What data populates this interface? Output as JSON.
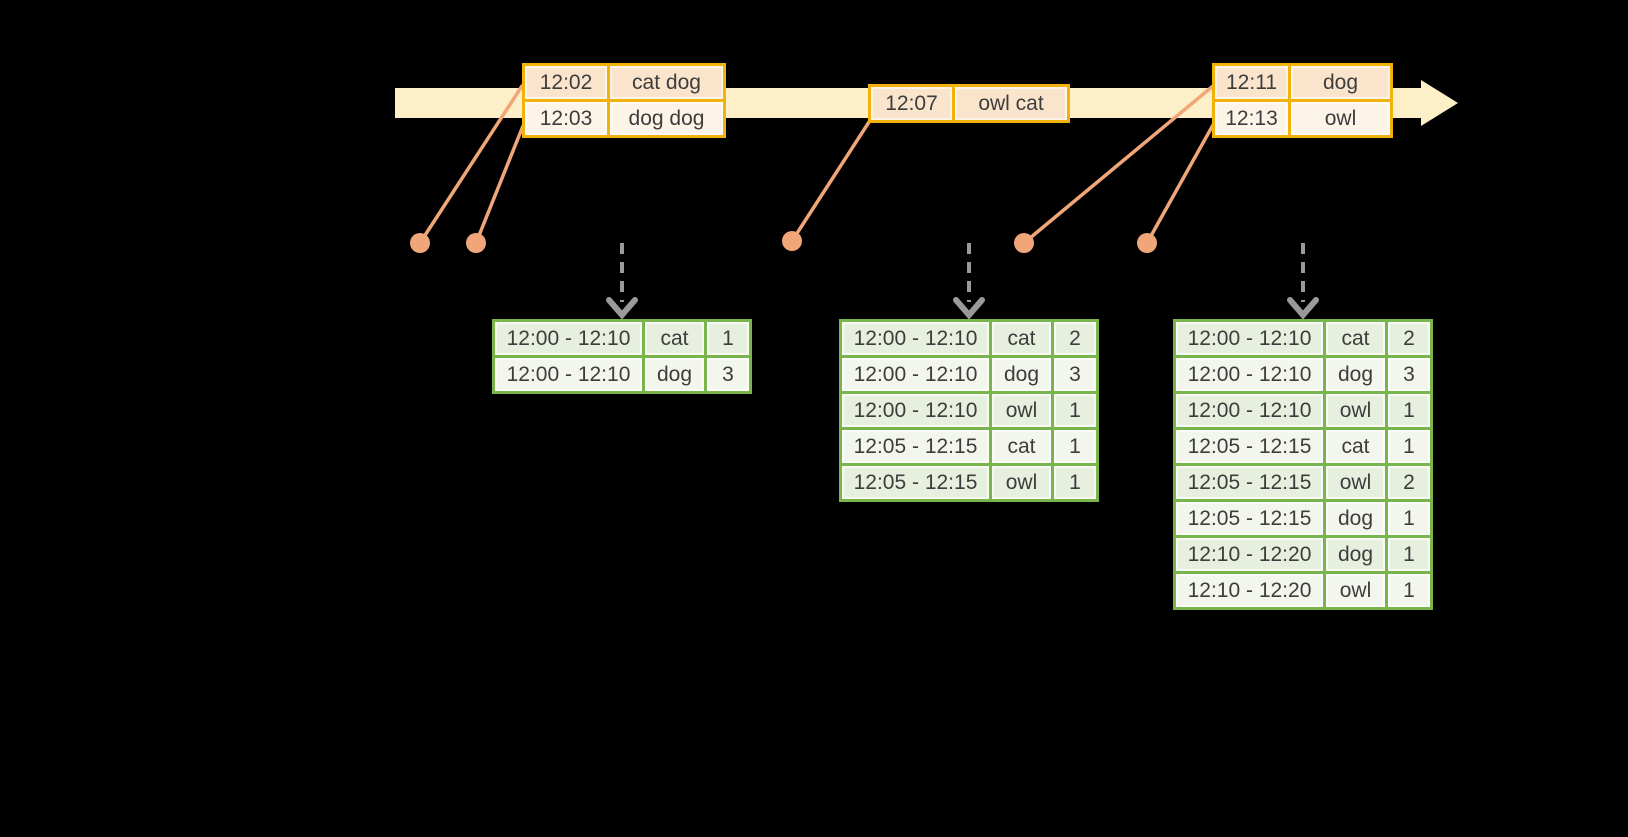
{
  "colors": {
    "background": "#000000",
    "timeline_band": "#fdf0c8",
    "event_border": "#f2b20a",
    "event_row_peach": "#fae5cc",
    "event_row_cream": "#fdf4e8",
    "result_border": "#79b54a",
    "result_row_sage": "#e7efde",
    "result_row_light": "#f3f6ed",
    "dot_orange": "#f0a678",
    "arrow_gray": "#9a9a9a",
    "text": "#3d3d3d"
  },
  "event_tables": [
    {
      "rows": [
        [
          "12:02",
          "cat dog"
        ],
        [
          "12:03",
          "dog dog"
        ]
      ]
    },
    {
      "rows": [
        [
          "12:07",
          "owl cat"
        ]
      ]
    },
    {
      "rows": [
        [
          "12:11",
          "dog"
        ],
        [
          "12:13",
          "owl"
        ]
      ]
    }
  ],
  "result_tables": [
    {
      "rows": [
        [
          "12:00 - 12:10",
          "cat",
          "1"
        ],
        [
          "12:00 - 12:10",
          "dog",
          "3"
        ]
      ]
    },
    {
      "rows": [
        [
          "12:00 - 12:10",
          "cat",
          "2"
        ],
        [
          "12:00 - 12:10",
          "dog",
          "3"
        ],
        [
          "12:00 - 12:10",
          "owl",
          "1"
        ],
        [
          "12:05 - 12:15",
          "cat",
          "1"
        ],
        [
          "12:05 - 12:15",
          "owl",
          "1"
        ]
      ]
    },
    {
      "rows": [
        [
          "12:00 - 12:10",
          "cat",
          "2"
        ],
        [
          "12:00 - 12:10",
          "dog",
          "3"
        ],
        [
          "12:00 - 12:10",
          "owl",
          "1"
        ],
        [
          "12:05 - 12:15",
          "cat",
          "1"
        ],
        [
          "12:05 - 12:15",
          "owl",
          "2"
        ],
        [
          "12:05 - 12:15",
          "dog",
          "1"
        ],
        [
          "12:10 - 12:20",
          "dog",
          "1"
        ],
        [
          "12:10 - 12:20",
          "owl",
          "1"
        ]
      ]
    }
  ]
}
